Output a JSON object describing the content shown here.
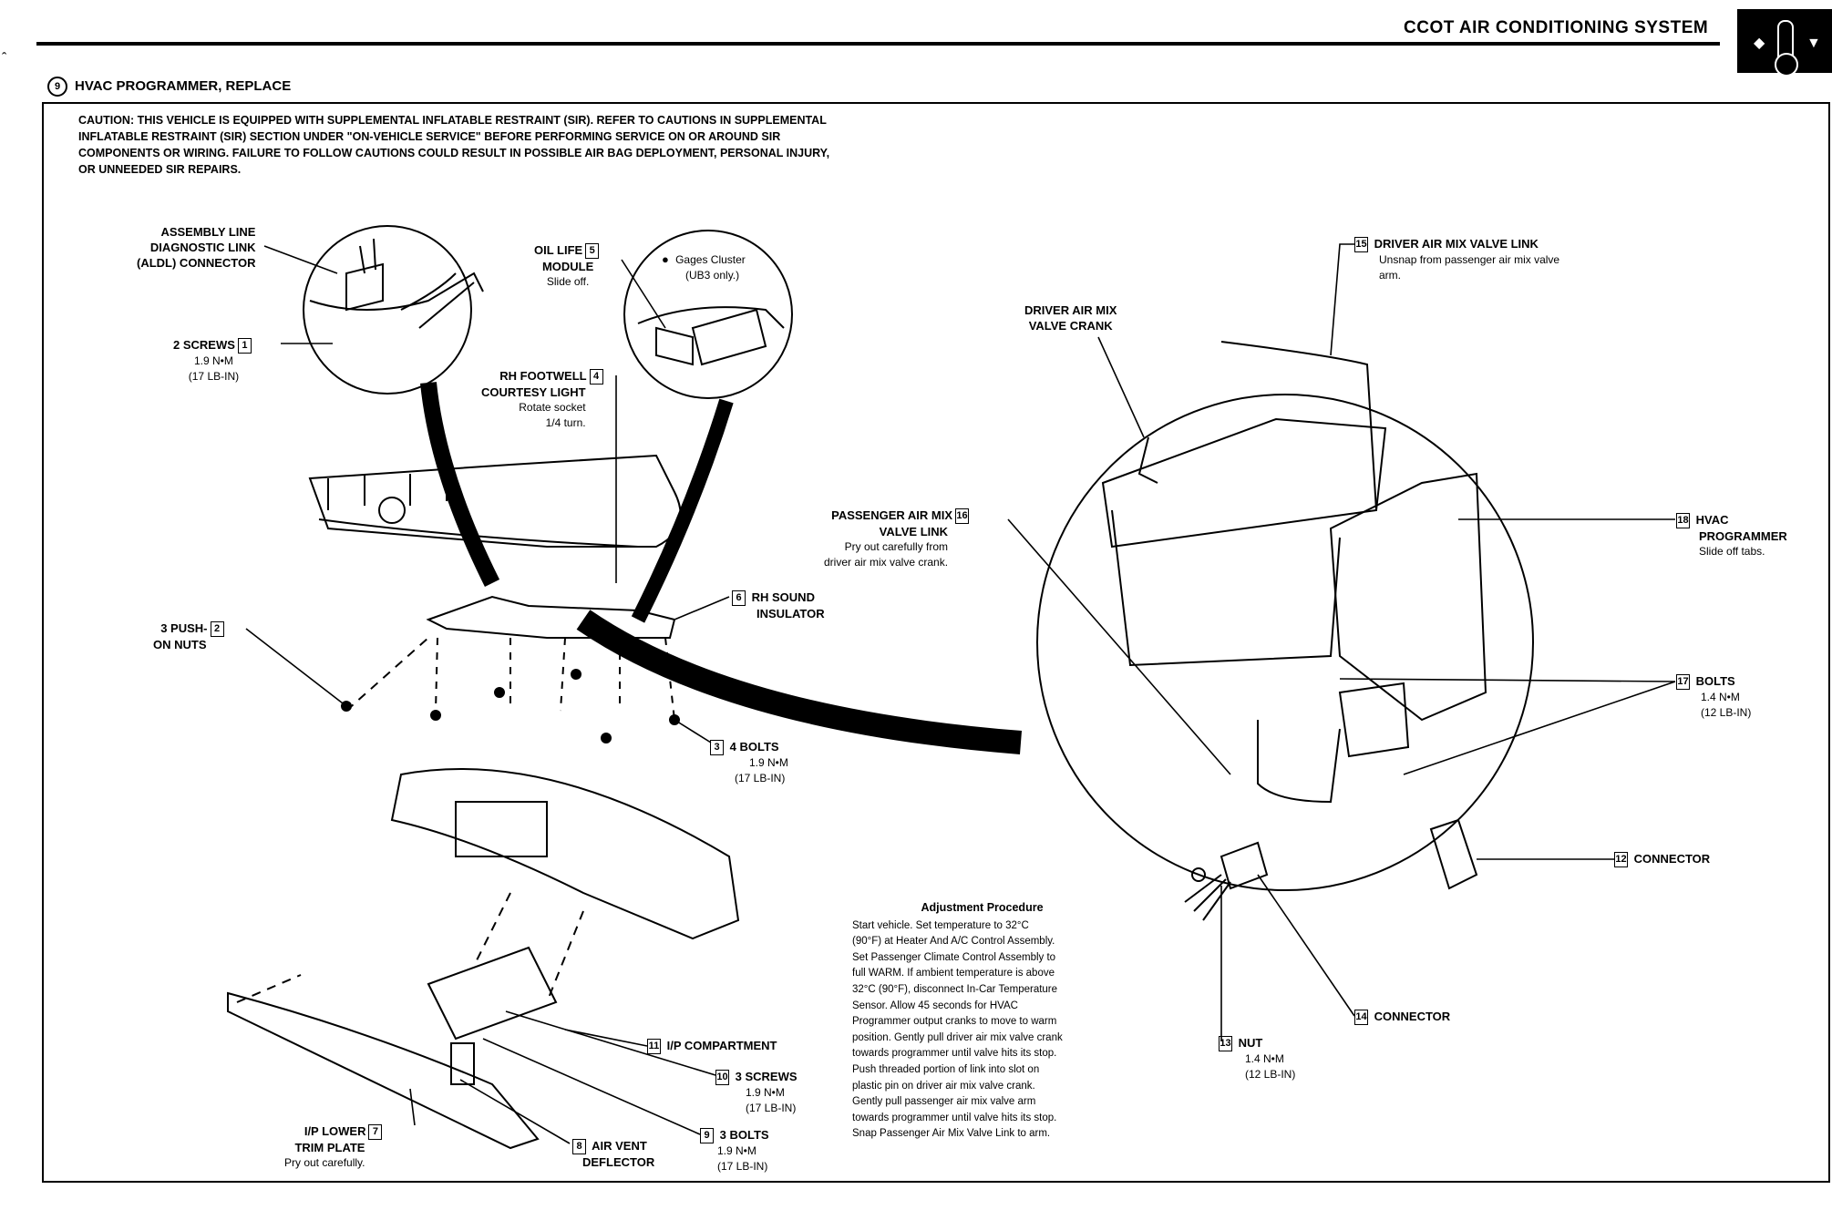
{
  "header": {
    "system_title": "CCOT AIR CONDITIONING SYSTEM",
    "icon": "thermometer-icon"
  },
  "section": {
    "number": "9",
    "title": "HVAC PROGRAMMER, REPLACE"
  },
  "caution": "CAUTION: THIS VEHICLE IS EQUIPPED WITH SUPPLEMENTAL INFLATABLE RESTRAINT (SIR). REFER TO CAUTIONS IN SUPPLEMENTAL INFLATABLE RESTRAINT (SIR) SECTION UNDER \"ON-VEHICLE SERVICE\" BEFORE PERFORMING SERVICE ON OR AROUND SIR COMPONENTS OR WIRING. FAILURE TO FOLLOW CAUTIONS COULD RESULT IN POSSIBLE AIR BAG DEPLOYMENT, PERSONAL INJURY, OR UNNEEDED SIR REPAIRS.",
  "callouts": {
    "aldl": {
      "line1": "ASSEMBLY LINE",
      "line2": "DIAGNOSTIC LINK",
      "line3": "(ALDL) CONNECTOR"
    },
    "c1": {
      "num": "1",
      "label": "2 SCREWS",
      "torque1": "1.9 N•M",
      "torque2": "(17 LB-IN)"
    },
    "c2": {
      "num": "2",
      "line1": "3 PUSH-",
      "line2": "ON NUTS"
    },
    "c3": {
      "num": "3",
      "label": "4 BOLTS",
      "torque1": "1.9 N•M",
      "torque2": "(17 LB-IN)"
    },
    "c4": {
      "num": "4",
      "line1": "RH FOOTWELL",
      "line2": "COURTESY LIGHT",
      "note1": "Rotate socket",
      "note2": "1/4 turn."
    },
    "c5": {
      "num": "5",
      "line1": "OIL LIFE",
      "line2": "MODULE",
      "note": "Slide off."
    },
    "gages": {
      "bullet": "●",
      "line1": "Gages Cluster",
      "line2": "(UB3 only.)"
    },
    "c6": {
      "num": "6",
      "line1": "RH SOUND",
      "line2": "INSULATOR"
    },
    "c7": {
      "num": "7",
      "line1": "I/P LOWER",
      "line2": "TRIM PLATE",
      "note": "Pry out carefully."
    },
    "c8": {
      "num": "8",
      "line1": "AIR VENT",
      "line2": "DEFLECTOR"
    },
    "c9": {
      "num": "9",
      "label": "3 BOLTS",
      "torque1": "1.9 N•M",
      "torque2": "(17 LB-IN)"
    },
    "c10": {
      "num": "10",
      "label": "3 SCREWS",
      "torque1": "1.9 N•M",
      "torque2": "(17 LB-IN)"
    },
    "c11": {
      "num": "11",
      "label": "I/P COMPARTMENT"
    },
    "c12": {
      "num": "12",
      "label": "CONNECTOR"
    },
    "c13": {
      "num": "13",
      "label": "NUT",
      "torque1": "1.4 N•M",
      "torque2": "(12 LB-IN)"
    },
    "c14": {
      "num": "14",
      "label": "CONNECTOR"
    },
    "c15": {
      "num": "15",
      "label": "DRIVER AIR MIX VALVE LINK",
      "note1": "Unsnap from passenger air mix valve",
      "note2": "arm."
    },
    "c16": {
      "num": "16",
      "line1": "PASSENGER AIR MIX",
      "line2": "VALVE LINK",
      "note1": "Pry out carefully from",
      "note2": "driver air mix valve crank."
    },
    "c17": {
      "num": "17",
      "label": "BOLTS",
      "torque1": "1.4 N•M",
      "torque2": "(12 LB-IN)"
    },
    "c18": {
      "num": "18",
      "line1": "HVAC",
      "line2": "PROGRAMMER",
      "note": "Slide off tabs."
    },
    "crank": {
      "line1": "DRIVER AIR MIX",
      "line2": "VALVE CRANK"
    }
  },
  "adjustment": {
    "title": "Adjustment Procedure",
    "lines": [
      "Start vehicle. Set temperature to 32°C",
      "(90°F) at Heater And A/C Control Assembly.",
      "Set Passenger Climate Control Assembly to",
      "full WARM. If ambient temperature is above",
      "32°C (90°F), disconnect In-Car Temperature",
      "Sensor. Allow 45 seconds for HVAC",
      "Programmer output cranks to move to warm",
      "position. Gently pull driver air mix valve crank",
      "towards programmer until valve hits its stop.",
      "Push threaded portion of link into slot on",
      "plastic pin on driver air mix valve crank.",
      "Gently pull passenger air mix valve arm",
      "towards programmer until valve hits its stop.",
      "Snap Passenger Air Mix Valve Link  to arm."
    ]
  }
}
